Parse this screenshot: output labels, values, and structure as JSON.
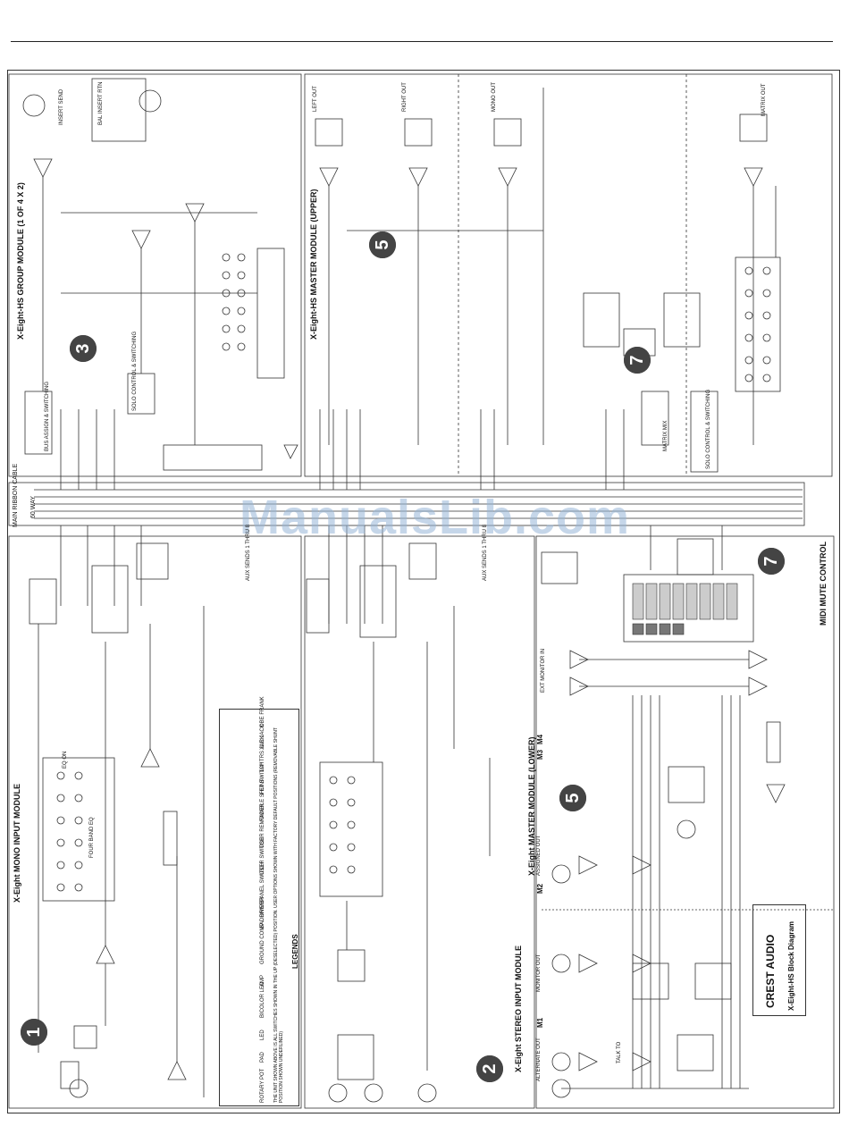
{
  "modules": {
    "group": "X-Eight-HS GROUP MODULE (1 OF 4 X 2)",
    "master_upper": "X-Eight-HS MASTER MODULE (UPPER)",
    "mono_input": "X-Eight MONO INPUT MODULE",
    "stereo_input": "X-Eight STEREO INPUT MODULE",
    "master_lower": "X-Eight MASTER MODULE (LOWER)",
    "midi_mute": "MIDI MUTE CONTROL"
  },
  "module_numbers": [
    "1",
    "2",
    "3",
    "5",
    "5",
    "7",
    "7"
  ],
  "ribbon": {
    "main_ribbon": "MAIN RIBBON CABLE",
    "way": "60 WAY"
  },
  "watermark": "ManualsLib.com",
  "brand": {
    "logo": "CREST AUDIO",
    "caption": "X-Eight-HS Block Diagram"
  },
  "legend": {
    "title": "LEGENDS",
    "items": [
      "ROTARY POT",
      "PAD",
      "LED",
      "BICOLOR LED",
      "AMP",
      "GROUND COMP DRIVER",
      "BAL DRIVER",
      "PANEL SWITCH",
      "USER SWITCH",
      "USER REMOVABLE SHUNT",
      "FADER",
      "FET SWITCH",
      "1/4\" TRS JACK",
      "XLR JACK",
      "OBE FRANK"
    ],
    "note": "THE UNIT SHOWN ABOVE IS ALL SWITCHES SHOWN IN THE UP (DESELECTED) POSITION. USER OPTIONS SHOWN WITH FACTORY DEFAULT POSITIONS (REMOVABLE SHUNT POSITION SHOWN UNDERLINED)"
  },
  "labels": {
    "bus_assign": "BUS ASSIGN & SWITCHING",
    "solo_control": "SOLO CONTROL & SWITCHING",
    "matrix_mix": "MATRIX MIX",
    "eq_on": "EQ ON",
    "four_band_eq": "FOUR BAND EQ",
    "aux_sends": "AUX SENDS 1 THRU 8",
    "matrix_out": "MATRIX OUT",
    "insert_send": "INSERT SEND",
    "bal_insert_rtn": "BAL INSERT RTN",
    "monitor_out": "MONITOR OUT",
    "alternate_out": "ALTERNATE OUT",
    "assigned_out": "ASSIGNED OUT",
    "talkback": "TALK TO",
    "left_out": "LEFT OUT",
    "right_out": "RIGHT OUT",
    "mono_out": "MONO OUT",
    "ext_monitor_in": "EXT MONITOR IN",
    "m1": "M1",
    "m2": "M2",
    "m3": "M3",
    "m4": "M4"
  }
}
